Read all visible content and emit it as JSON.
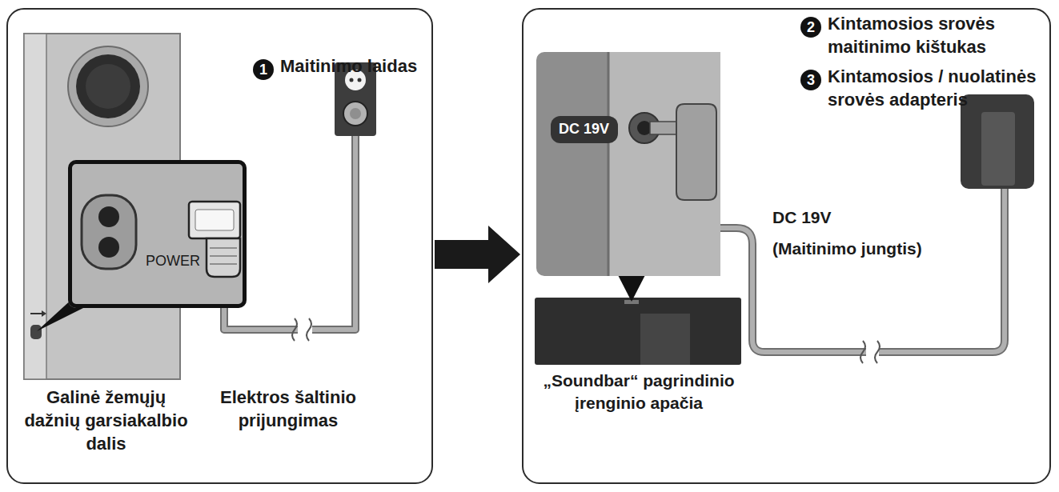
{
  "diagram": {
    "nodes": [
      {
        "text": [
          "Galinė žemųjų dažnių garsiakalbio dalis",
          "Elektros šaltinio prijungimas"
        ]
      },
      {
        "text": [
          "POWER"
        ],
        "in": 0
      },
      {
        "text": [
          "„Soundbar“ pagrindinio įrenginio apačia"
        ]
      },
      {
        "text": [
          "DC 19V"
        ],
        "in": 2
      }
    ],
    "edges": [
      {
        "from": 0,
        "to": 2,
        "arrow": "to"
      }
    ],
    "labels": [
      "1",
      "Maitinimo laidas",
      "2",
      "Kintamosios srovės maitinimo kištukas",
      "3",
      "Kintamosios / nuolatinės srovės adapteris",
      "DC 19V",
      "(Maitinimo jungtis)"
    ]
  }
}
